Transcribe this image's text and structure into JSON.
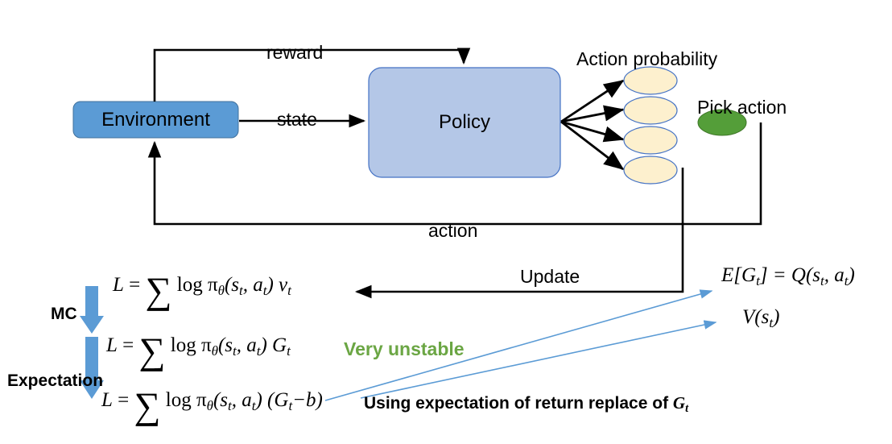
{
  "diagram": {
    "title_hidden": "Policy gradient with baseline",
    "nodes": {
      "environment": {
        "label": "Environment",
        "fill": "#5B9BD5",
        "stroke": "#41719C"
      },
      "policy": {
        "label": "Policy",
        "fill": "#B4C7E7",
        "stroke": "#4472C4"
      },
      "pick_action": {
        "label": "Pick action",
        "fill": "#549E39",
        "stroke": "#3F7728"
      }
    },
    "edge_labels": {
      "reward": "reward",
      "state": "state",
      "action": "action",
      "update": "Update"
    },
    "group_labels": {
      "action_probability": "Action probability"
    },
    "action_probability_ovals": [
      {
        "fill": "#FDF0CE",
        "stroke": "#4472C4"
      },
      {
        "fill": "#FDF0CE",
        "stroke": "#4472C4"
      },
      {
        "fill": "#FDF0CE",
        "stroke": "#4472C4"
      },
      {
        "fill": "#FDF0CE",
        "stroke": "#4472C4"
      }
    ],
    "step_arrows": [
      {
        "label": "MC",
        "color": "#5B9BD5"
      },
      {
        "label": "Expectation",
        "color": "#5B9BD5"
      }
    ],
    "equations": {
      "eq1": {
        "lhs": "L",
        "eq": "=",
        "sum": "∑",
        "body": "log π",
        "theta": "θ",
        "args": "(s",
        "t1": "t",
        "comma": ", a",
        "t2": "t",
        "close": ")",
        "term": "v",
        "term_sub": "t"
      },
      "eq2": {
        "term": "G",
        "term_sub": "t"
      },
      "eq3": {
        "term_open": "(G",
        "term_sub": "t",
        "term_rest": "−b)"
      }
    },
    "notes": {
      "very_unstable": {
        "text": "Very unstable",
        "color": "#6BA644"
      },
      "using_expectation": {
        "text_before": "Using expectation of return replace of ",
        "symbol": "G",
        "symbol_sub": "t",
        "color": "#000000"
      }
    },
    "right_expressions": {
      "expected_return": {
        "e": "E",
        "open": "[G",
        "sub1": "t",
        "close": "] = Q(s",
        "sub2": "t",
        "comma": ", a",
        "sub3": "t",
        "end": ")"
      },
      "value_function": {
        "v": "V(s",
        "sub": "t",
        "end": ")"
      }
    },
    "arrow_colors": {
      "black": "#000000",
      "blue": "#5B9BD5"
    }
  }
}
